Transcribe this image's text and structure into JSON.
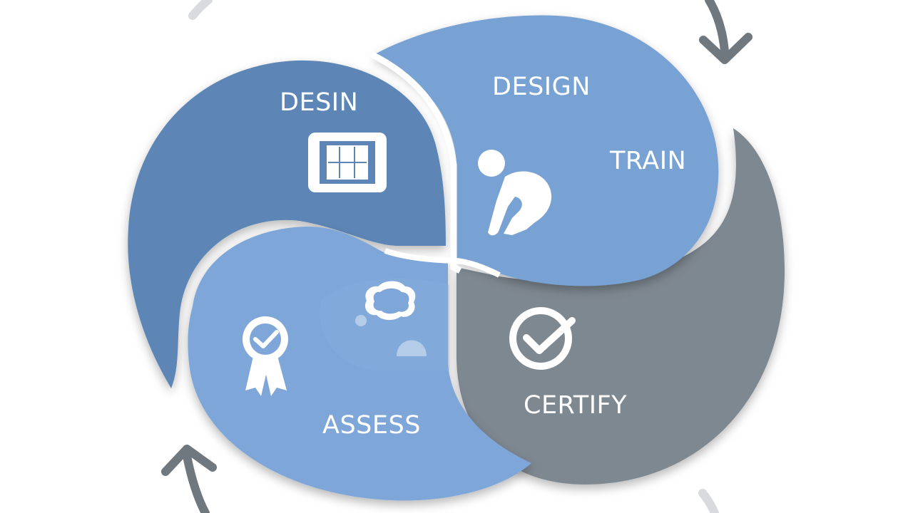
{
  "diagram": {
    "segments": [
      {
        "id": "design_top_left",
        "label": "DESIN",
        "icon": "blueprint-icon",
        "color": "#5d86b6"
      },
      {
        "id": "design_top_right",
        "label": "DESIGN",
        "icon": "",
        "color": "#79a2d4"
      },
      {
        "id": "train",
        "label": "TRAIN",
        "icon": "person-bending-icon",
        "color": "#79a2d4"
      },
      {
        "id": "certify",
        "label": "CERTIFY",
        "icon": "checkmark-circle-icon",
        "color": "#7e8891"
      },
      {
        "id": "assess",
        "label": "ASSESS",
        "icon": "award-ribbon-icon",
        "color": "#7ea6d8"
      }
    ],
    "thought_icon": "thought-bubble-icon",
    "arrow_color": "#6f777f",
    "arrows": [
      "cycle-arrow-top-right",
      "cycle-arrow-bottom-left",
      "cycle-arrow-top-left",
      "cycle-arrow-bottom-right"
    ]
  }
}
